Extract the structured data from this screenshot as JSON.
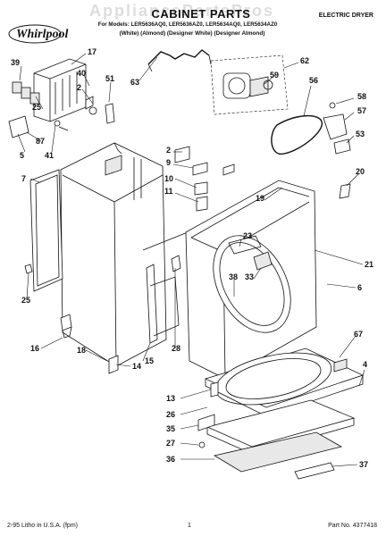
{
  "header": {
    "watermark": "AppliancePartsPros",
    "brand": "Whirlpool",
    "title": "CABINET PARTS",
    "subtitle_models": "For Models: LER5636AQ0, LER5636AZ0, LER5634AQ0, LER5634AZ0",
    "subtitle_colors": "(White)   (Almond) (Designer White) (Designer Almond)",
    "document_type": "ELECTRIC DRYER"
  },
  "callouts": [
    {
      "id": "c39",
      "label": "39"
    },
    {
      "id": "c17",
      "label": "17"
    },
    {
      "id": "c40",
      "label": "40"
    },
    {
      "id": "c2a",
      "label": "2"
    },
    {
      "id": "c51",
      "label": "51"
    },
    {
      "id": "c25a",
      "label": "25"
    },
    {
      "id": "c87",
      "label": "87"
    },
    {
      "id": "c5",
      "label": "5"
    },
    {
      "id": "c41",
      "label": "41"
    },
    {
      "id": "c63",
      "label": "63"
    },
    {
      "id": "c62",
      "label": "62"
    },
    {
      "id": "c59",
      "label": "59"
    },
    {
      "id": "c56",
      "label": "56"
    },
    {
      "id": "c58",
      "label": "58"
    },
    {
      "id": "c57",
      "label": "57"
    },
    {
      "id": "c53",
      "label": "53"
    },
    {
      "id": "c20",
      "label": "20"
    },
    {
      "id": "c7",
      "label": "7"
    },
    {
      "id": "c2b",
      "label": "2"
    },
    {
      "id": "c9",
      "label": "9"
    },
    {
      "id": "c10",
      "label": "10"
    },
    {
      "id": "c11",
      "label": "11"
    },
    {
      "id": "c19",
      "label": "19"
    },
    {
      "id": "c23",
      "label": "23"
    },
    {
      "id": "c21",
      "label": "21"
    },
    {
      "id": "c38",
      "label": "38"
    },
    {
      "id": "c33",
      "label": "33"
    },
    {
      "id": "c6",
      "label": "6"
    },
    {
      "id": "c25b",
      "label": "25"
    },
    {
      "id": "c16",
      "label": "16"
    },
    {
      "id": "c18",
      "label": "18"
    },
    {
      "id": "c28",
      "label": "28"
    },
    {
      "id": "c14",
      "label": "14"
    },
    {
      "id": "c15",
      "label": "15"
    },
    {
      "id": "c67",
      "label": "67"
    },
    {
      "id": "c4",
      "label": "4"
    },
    {
      "id": "c13",
      "label": "13"
    },
    {
      "id": "c26",
      "label": "26"
    },
    {
      "id": "c35",
      "label": "35"
    },
    {
      "id": "c27",
      "label": "27"
    },
    {
      "id": "c36",
      "label": "36"
    },
    {
      "id": "c37",
      "label": "37"
    }
  ],
  "footer": {
    "printed": "2-95 Litho in U.S.A. (fpm)",
    "page": "1",
    "part_no": "Part No. 4377418"
  }
}
